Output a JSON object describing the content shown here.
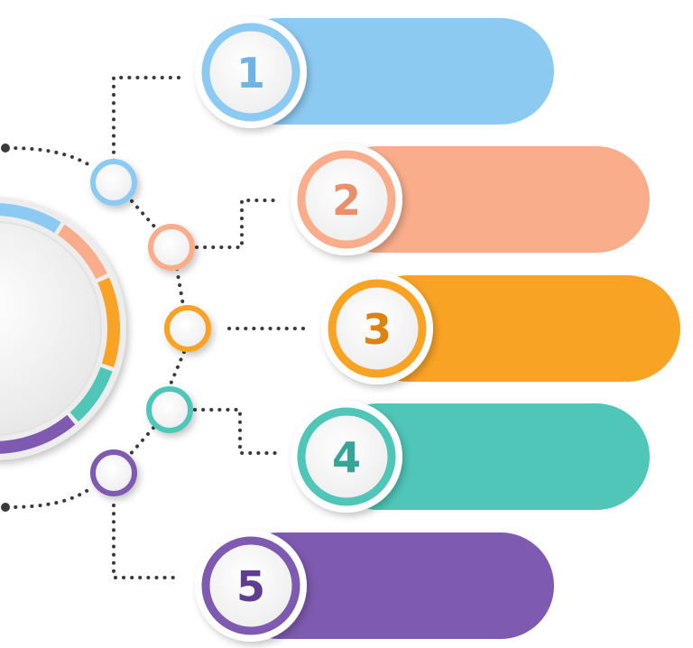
{
  "colors": {
    "blue": "#8ccaf2",
    "salmon": "#f9ad8b",
    "orange": "#f9a325",
    "teal": "#4fc6b8",
    "purple": "#7e5ab0",
    "connector": "#3a3a3a"
  },
  "steps": [
    {
      "label": "1",
      "color": "#8ccaf2",
      "dark": "#6fb3e3"
    },
    {
      "label": "2",
      "color": "#f9ad8b",
      "dark": "#e88f6c"
    },
    {
      "label": "3",
      "color": "#f9a325",
      "dark": "#d98310"
    },
    {
      "label": "4",
      "color": "#4fc6b8",
      "dark": "#36a496"
    },
    {
      "label": "5",
      "color": "#7e5ab0",
      "dark": "#5f3e8f"
    }
  ]
}
